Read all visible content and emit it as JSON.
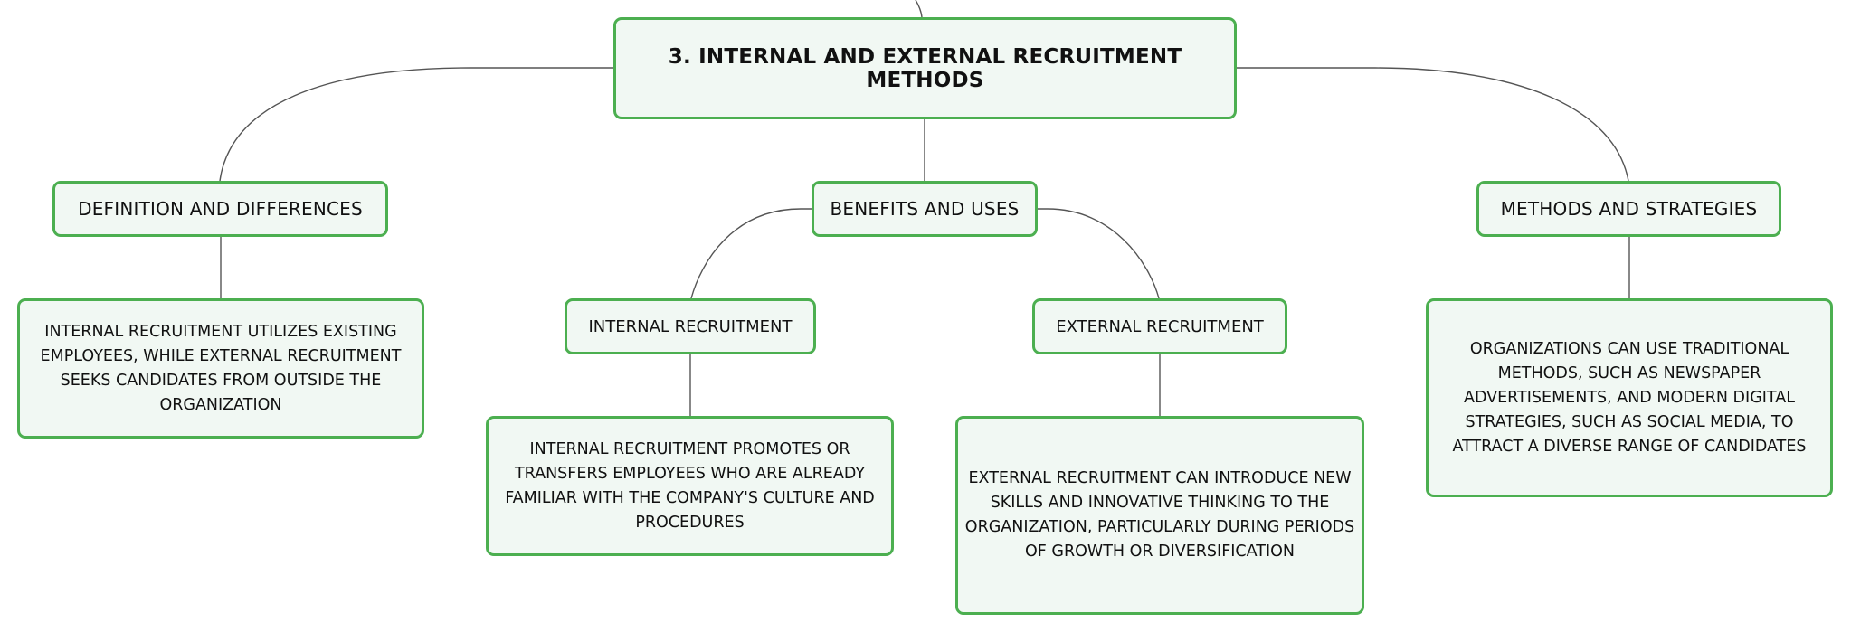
{
  "mindmap": {
    "root": "3. INTERNAL AND EXTERNAL RECRUITMENT METHODS",
    "definition": {
      "title": "DEFINITION AND DIFFERENCES",
      "detail": "INTERNAL RECRUITMENT UTILIZES EXISTING EMPLOYEES, WHILE EXTERNAL RECRUITMENT SEEKS CANDIDATES FROM OUTSIDE THE ORGANIZATION"
    },
    "benefits": {
      "title": "BENEFITS AND USES",
      "internal": {
        "title": "INTERNAL RECRUITMENT",
        "detail": "INTERNAL RECRUITMENT PROMOTES OR TRANSFERS EMPLOYEES WHO ARE ALREADY FAMILIAR WITH THE COMPANY'S CULTURE AND PROCEDURES"
      },
      "external": {
        "title": "EXTERNAL RECRUITMENT",
        "detail": "EXTERNAL RECRUITMENT CAN INTRODUCE NEW SKILLS AND INNOVATIVE THINKING TO THE ORGANIZATION, PARTICULARLY DURING PERIODS OF GROWTH OR DIVERSIFICATION"
      }
    },
    "methods": {
      "title": "METHODS AND STRATEGIES",
      "detail": "ORGANIZATIONS CAN USE TRADITIONAL METHODS, SUCH AS NEWSPAPER ADVERTISEMENTS, AND MODERN DIGITAL STRATEGIES, SUCH AS SOCIAL MEDIA, TO ATTRACT A DIVERSE RANGE OF CANDIDATES"
    }
  },
  "colors": {
    "node_border": "#4caf50",
    "node_fill": "#f1f8f3",
    "connector": "#555555"
  }
}
